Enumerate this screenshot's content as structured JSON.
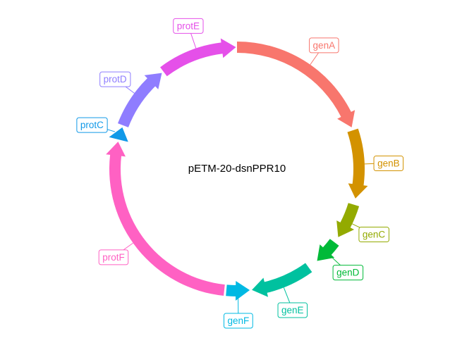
{
  "plasmid": {
    "name": "pETM-20-dsnPPR10"
  },
  "features": [
    {
      "name": "genA",
      "color": "#F8766D",
      "start_deg": 0,
      "end_deg": 70,
      "direction": "clockwise"
    },
    {
      "name": "genB",
      "color": "#D39200",
      "start_deg": 71.5,
      "end_deg": 104,
      "direction": "clockwise"
    },
    {
      "name": "genC",
      "color": "#93AA00",
      "start_deg": 107,
      "end_deg": 124,
      "direction": "clockwise"
    },
    {
      "name": "genD",
      "color": "#00BA38",
      "start_deg": 127,
      "end_deg": 139,
      "direction": "clockwise"
    },
    {
      "name": "genE",
      "color": "#00C19F",
      "start_deg": 144,
      "end_deg": 173,
      "direction": "clockwise"
    },
    {
      "name": "genF",
      "color": "#00B9E3",
      "start_deg": 174,
      "end_deg": 185,
      "direction": "counterclockwise"
    },
    {
      "name": "protF",
      "color": "#FF61C3",
      "start_deg": 186,
      "end_deg": 283,
      "direction": "clockwise"
    },
    {
      "name": "protC",
      "color": "#1199E8",
      "start_deg": 284,
      "end_deg": 290,
      "direction": "clockwise"
    },
    {
      "name": "protD",
      "color": "#8F7DFF",
      "start_deg": 291,
      "end_deg": 322,
      "direction": "clockwise"
    },
    {
      "name": "protE",
      "color": "#E550E9",
      "start_deg": 323,
      "end_deg": 359.5,
      "direction": "clockwise"
    }
  ]
}
